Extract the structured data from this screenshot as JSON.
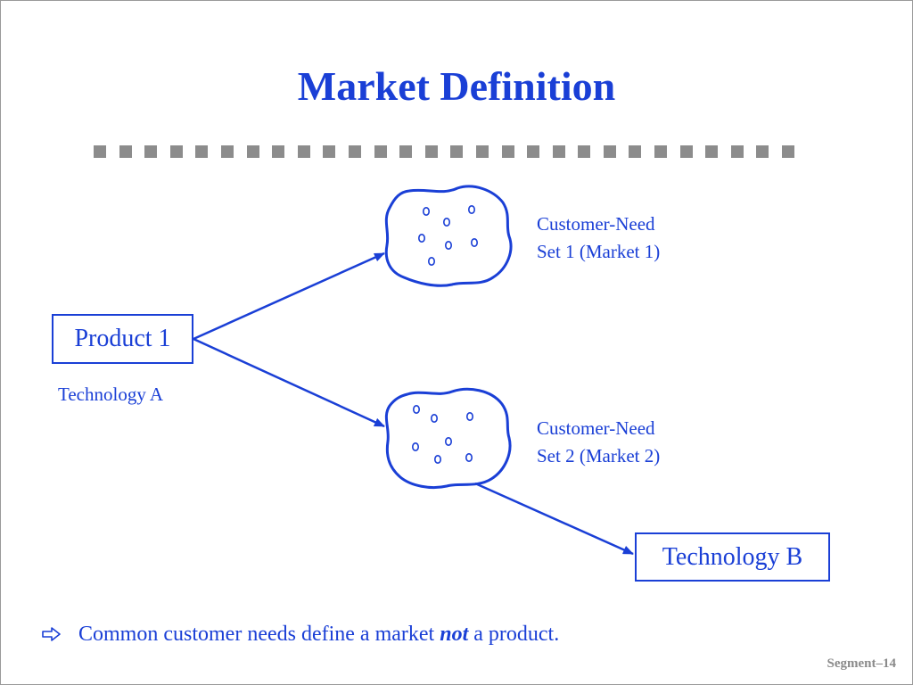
{
  "slide": {
    "title": "Market Definition",
    "product_label": "Product 1",
    "technology_a": "Technology A",
    "technology_b": "Technology B",
    "market1_line1": "Customer-Need",
    "market1_line2": "Set 1 (Market 1)",
    "market2_line1": "Customer-Need",
    "market2_line2": "Set 2 (Market 2)",
    "bullet_before": "Common customer needs define a market",
    "bullet_emph": "not",
    "bullet_after": "a product.",
    "footer": "Segment–14"
  },
  "icons": {
    "bullet": "hollow-right-arrow-icon",
    "market_cluster": "blob-with-dots-icon"
  },
  "colors": {
    "primary_blue": "#1a3fd6",
    "divider_gray": "#8c8c8c",
    "footer_gray": "#8a8a8a"
  }
}
